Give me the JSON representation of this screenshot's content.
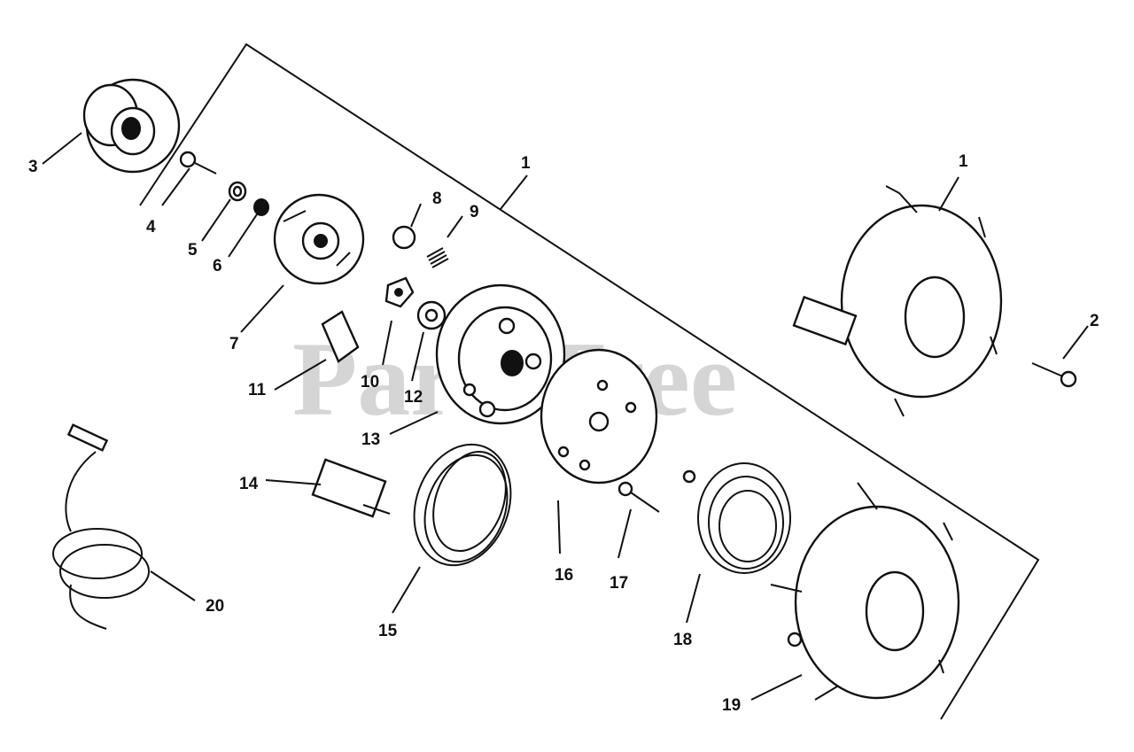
{
  "watermark": "PartsTree",
  "callouts": {
    "c1a": "1",
    "c1b": "1",
    "c2": "2",
    "c3": "3",
    "c4": "4",
    "c5": "5",
    "c6": "6",
    "c7": "7",
    "c8": "8",
    "c9": "9",
    "c10": "10",
    "c11": "11",
    "c12": "12",
    "c13": "13",
    "c14": "14",
    "c15": "15",
    "c16": "16",
    "c17": "17",
    "c18": "18",
    "c19": "19",
    "c20": "20"
  }
}
